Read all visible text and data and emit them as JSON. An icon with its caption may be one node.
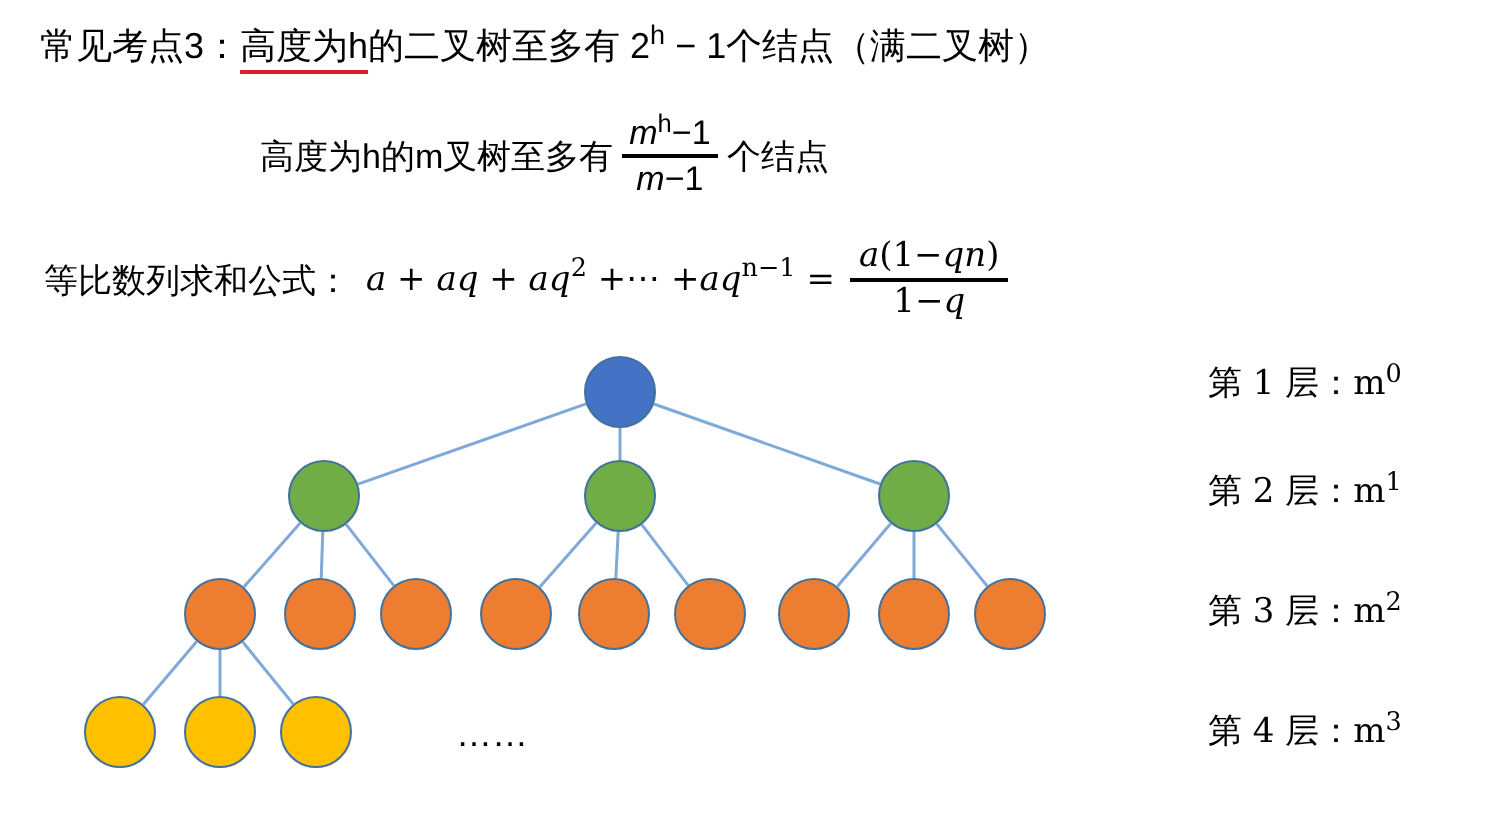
{
  "diagram": {
    "nodes": [
      {
        "text": [],
        "shape": "circle"
      },
      {
        "text": [],
        "shape": "circle"
      },
      {
        "text": [],
        "shape": "circle"
      },
      {
        "text": [],
        "shape": "circle"
      },
      {
        "text": [],
        "shape": "circle"
      },
      {
        "text": [],
        "shape": "circle"
      },
      {
        "text": [],
        "shape": "circle"
      },
      {
        "text": [],
        "shape": "circle"
      },
      {
        "text": [],
        "shape": "circle"
      },
      {
        "text": [],
        "shape": "circle"
      },
      {
        "text": [],
        "shape": "circle"
      },
      {
        "text": [],
        "shape": "circle"
      },
      {
        "text": [],
        "shape": "circle"
      },
      {
        "text": [],
        "shape": "circle"
      },
      {
        "text": [],
        "shape": "circle"
      },
      {
        "text": [],
        "shape": "circle"
      }
    ],
    "edges": [
      {
        "from": 0,
        "to": 1,
        "arrow": "none"
      },
      {
        "from": 0,
        "to": 2,
        "arrow": "none"
      },
      {
        "from": 0,
        "to": 3,
        "arrow": "none"
      },
      {
        "from": 1,
        "to": 4,
        "arrow": "none"
      },
      {
        "from": 1,
        "to": 5,
        "arrow": "none"
      },
      {
        "from": 1,
        "to": 6,
        "arrow": "none"
      },
      {
        "from": 2,
        "to": 7,
        "arrow": "none"
      },
      {
        "from": 2,
        "to": 8,
        "arrow": "none"
      },
      {
        "from": 2,
        "to": 9,
        "arrow": "none"
      },
      {
        "from": 3,
        "to": 10,
        "arrow": "none"
      },
      {
        "from": 3,
        "to": 11,
        "arrow": "none"
      },
      {
        "from": 3,
        "to": 12,
        "arrow": "none"
      },
      {
        "from": 4,
        "to": 13,
        "arrow": "none"
      },
      {
        "from": 4,
        "to": 14,
        "arrow": "none"
      },
      {
        "from": 4,
        "to": 15,
        "arrow": "none"
      }
    ],
    "labels": [
      "常见考点3：",
      "高度为h",
      "的二叉树至多有 2$^{h}$ − 1个结点（满二叉树）",
      "高度为h的m叉树至多有",
      "*m*$^{h}$−1",
      "*m*−1",
      "个结点",
      "等比数列求和公式：",
      "*a* + *aq* + *aq*$^{2}$ +⋯ +*aq*$^{n−1}$ =",
      "*a*(1−*qn*)",
      "1−*q*",
      "……",
      "第 1 层：m$^{0}$",
      "第 2 层：m$^{1}$",
      "第 3 层：m$^{2}$",
      "第 4 层：m$^{3}$"
    ]
  }
}
